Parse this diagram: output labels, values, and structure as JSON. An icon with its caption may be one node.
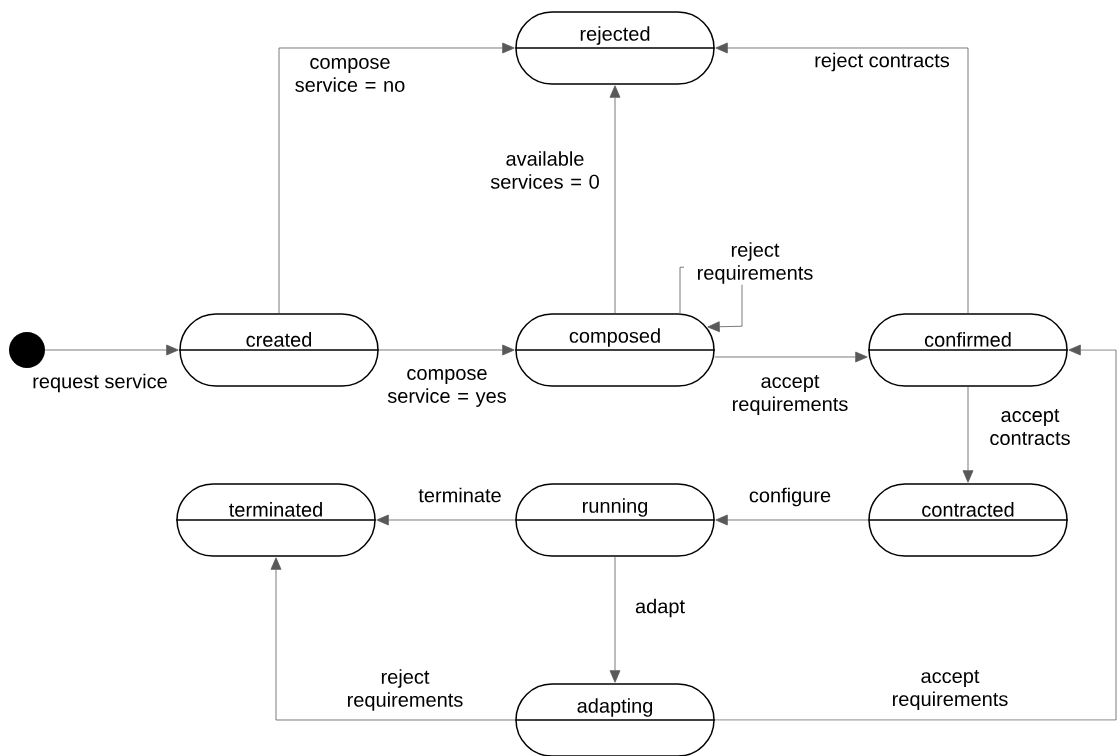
{
  "diagram": {
    "nodes": [
      {
        "text": [],
        "shape": "circle"
      },
      {
        "text": [
          "rejected"
        ]
      },
      {
        "text": [
          "created"
        ]
      },
      {
        "text": [
          "composed"
        ]
      },
      {
        "text": [
          "confirmed"
        ]
      },
      {
        "text": [
          "terminated"
        ]
      },
      {
        "text": [
          "running"
        ]
      },
      {
        "text": [
          "contracted"
        ]
      },
      {
        "text": [
          "adapting"
        ]
      }
    ],
    "edges": [
      {
        "from": 0,
        "to": 2,
        "arrow": "to",
        "label": "request service"
      },
      {
        "from": 2,
        "to": 1,
        "arrow": "to",
        "label": "compose service = no"
      },
      {
        "from": 3,
        "to": 1,
        "arrow": "to",
        "label": "available services = 0"
      },
      {
        "from": 3,
        "to": 3,
        "arrow": "to",
        "label": "reject requirements"
      },
      {
        "from": 3,
        "to": 4,
        "arrow": "to",
        "label": "accept requirements"
      },
      {
        "from": 4,
        "to": 1,
        "arrow": "to",
        "label": "reject contracts"
      },
      {
        "from": 2,
        "to": 3,
        "arrow": "to",
        "label": "compose service = yes"
      },
      {
        "from": 4,
        "to": 7,
        "arrow": "to",
        "label": "accept contracts"
      },
      {
        "from": 7,
        "to": 6,
        "arrow": "to",
        "label": "configure"
      },
      {
        "from": 6,
        "to": 5,
        "arrow": "to",
        "label": "terminate"
      },
      {
        "from": 6,
        "to": 8,
        "arrow": "to",
        "label": "adapt"
      },
      {
        "from": 8,
        "to": 5,
        "arrow": "to",
        "label": "reject requirements"
      },
      {
        "from": 8,
        "to": 4,
        "arrow": "to",
        "label": "accept requirements"
      }
    ]
  }
}
